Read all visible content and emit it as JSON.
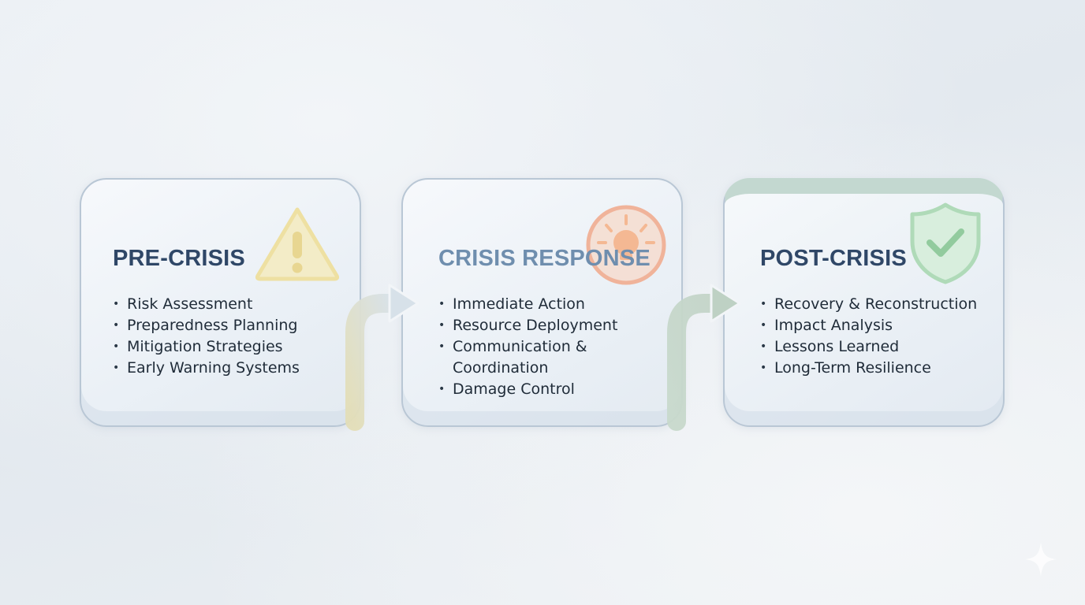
{
  "stages": [
    {
      "title": "PRE-CRISIS",
      "icon": "warning-triangle-icon",
      "items": [
        "Risk Assessment",
        "Preparedness Planning",
        "Mitigation Strategies",
        "Early Warning Systems"
      ]
    },
    {
      "title": "CRISIS RESPONSE",
      "icon": "lightbulb-icon",
      "items": [
        "Immediate Action",
        "Resource Deployment",
        "Communication &\nCoordination",
        "Damage Control"
      ]
    },
    {
      "title": "POST-CRISIS",
      "icon": "shield-check-icon",
      "items": [
        "Recovery & Reconstruction",
        "Impact Analysis",
        "Lessons Learned",
        "Long-Term Resilience"
      ]
    }
  ],
  "colors": {
    "title": "#2f4767",
    "title_muted": "#6f8eae",
    "warning": "#efe2a6",
    "response": "#f1a17a",
    "success": "#9fd3a8",
    "border": "#b9c7d5"
  }
}
